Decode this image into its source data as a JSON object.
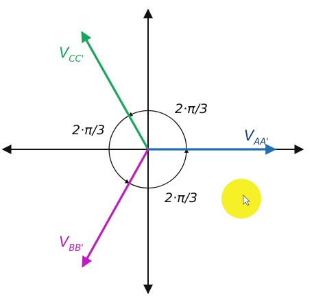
{
  "vectors": {
    "aa": {
      "letter": "V",
      "subscript": "AA'",
      "color": "#1f6fb5",
      "angle_deg": 0
    },
    "bb": {
      "letter": "V",
      "subscript": "BB'",
      "color": "#c21ac2",
      "angle_deg": 240
    },
    "cc": {
      "letter": "V",
      "subscript": "CC'",
      "color": "#14a85a",
      "angle_deg": 120
    }
  },
  "angle_labels": {
    "top": "2·π/3",
    "left": "2·π/3",
    "bottom": "2·π/3"
  },
  "cursor_highlight_color": "#f5ee10"
}
